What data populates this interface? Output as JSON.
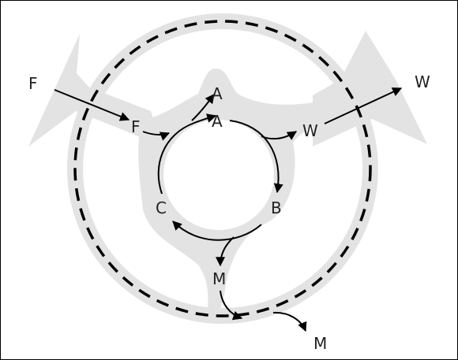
{
  "colors": {
    "shade": "#e3e3e3",
    "stroke": "#000000",
    "text": "#222222"
  },
  "labels": {
    "f_outer": "F",
    "f_inner": "F",
    "a_top": "A",
    "a_inner": "A",
    "w_inner": "W",
    "w_outer": "W",
    "b": "B",
    "c": "C",
    "m_inner": "M",
    "m_outer": "M"
  }
}
